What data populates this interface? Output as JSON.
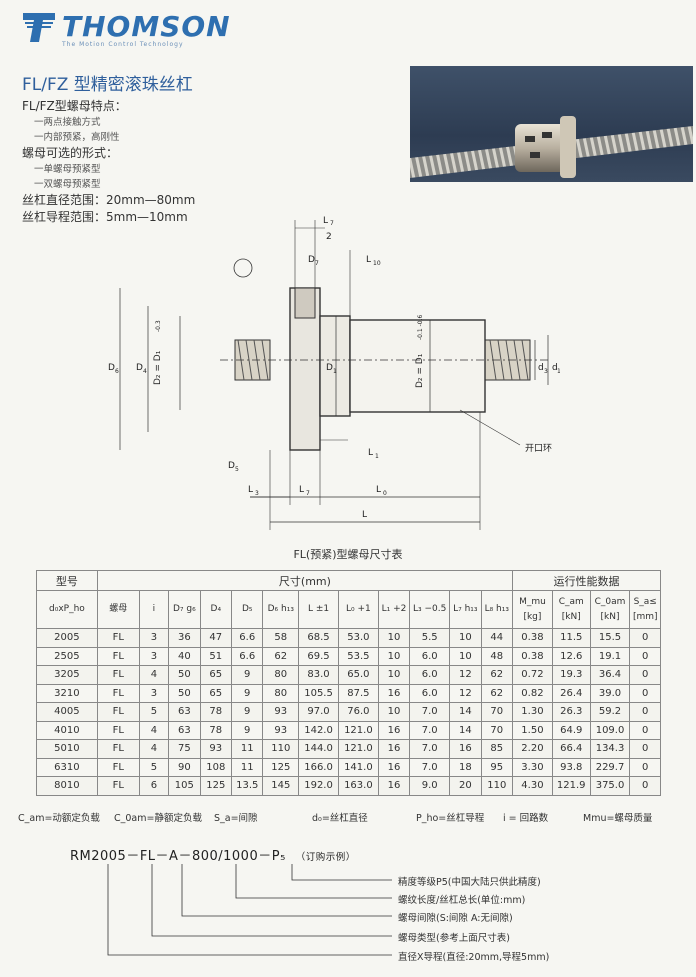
{
  "header": {
    "brand": "THOMSON",
    "tagline": "The Motion Control Technology",
    "title": "FL/FZ 型精密滚珠丝杠"
  },
  "features": {
    "heading1": "FL/FZ型螺母特点：",
    "items1": [
      "一两点接触方式",
      "一内部预紧，高刚性"
    ],
    "heading2": "螺母可选的形式：",
    "items2": [
      "一单螺母预紧型",
      "一双螺母预紧型"
    ],
    "range_diameter": "丝杠直径范围：20mm—80mm",
    "range_lead": "丝杠导程范围：5mm—10mm"
  },
  "drawing": {
    "labels": {
      "l7": "L",
      "l7sub": "7",
      "half": "2",
      "d7": "D",
      "d7sub": "7",
      "l10": "L",
      "l10sub": "10",
      "d6": "D",
      "d6sub": "6",
      "d4": "D",
      "d4sub": "4",
      "d2d1": "D₂ = D₁",
      "d2d1tol": "-0.3",
      "d1": "D",
      "d1sub": "1",
      "d2": "D₂ = D₁",
      "d2tol": "-0.1 -0.6",
      "d3": "d",
      "d3sub": "3",
      "d1b": "d",
      "d1bsub": "1",
      "d5": "D",
      "d5sub": "5",
      "l1": "L",
      "l1sub": "1",
      "l3": "L",
      "l3sub": "3",
      "l7b": "L",
      "l7bsub": "7",
      "l0": "L",
      "l0sub": "0",
      "L": "L",
      "open_ring": "开口环"
    },
    "caption": "FL(预紧)型螺母尺寸表"
  },
  "table": {
    "group_model": "型号",
    "group_dims": "尺寸(mm)",
    "group_perf": "运行性能数据",
    "columns": [
      "d₀xP_ho",
      "螺母",
      "i",
      "D₇ g₆",
      "D₄",
      "D₅",
      "D₆ h₁₃",
      "L ±1",
      "L₀ +1",
      "L₁ +2",
      "L₃ −0.5",
      "L₇ h₁₃",
      "L₈ h₁₃",
      "M_mu [kg]",
      "C_am [kN]",
      "C_0am [kN]",
      "S_a≤ [mm]"
    ],
    "rows": [
      [
        "2005",
        "FL",
        "3",
        "36",
        "47",
        "6.6",
        "58",
        "68.5",
        "53.0",
        "10",
        "5.5",
        "10",
        "44",
        "0.38",
        "11.5",
        "15.5",
        "0"
      ],
      [
        "2505",
        "FL",
        "3",
        "40",
        "51",
        "6.6",
        "62",
        "69.5",
        "53.5",
        "10",
        "6.0",
        "10",
        "48",
        "0.38",
        "12.6",
        "19.1",
        "0"
      ],
      [
        "3205",
        "FL",
        "4",
        "50",
        "65",
        "9",
        "80",
        "83.0",
        "65.0",
        "10",
        "6.0",
        "12",
        "62",
        "0.72",
        "19.3",
        "36.4",
        "0"
      ],
      [
        "3210",
        "FL",
        "3",
        "50",
        "65",
        "9",
        "80",
        "105.5",
        "87.5",
        "16",
        "6.0",
        "12",
        "62",
        "0.82",
        "26.4",
        "39.0",
        "0"
      ],
      [
        "4005",
        "FL",
        "5",
        "63",
        "78",
        "9",
        "93",
        "97.0",
        "76.0",
        "10",
        "7.0",
        "14",
        "70",
        "1.30",
        "26.3",
        "59.2",
        "0"
      ],
      [
        "4010",
        "FL",
        "4",
        "63",
        "78",
        "9",
        "93",
        "142.0",
        "121.0",
        "16",
        "7.0",
        "14",
        "70",
        "1.50",
        "64.9",
        "109.0",
        "0"
      ],
      [
        "5010",
        "FL",
        "4",
        "75",
        "93",
        "11",
        "110",
        "144.0",
        "121.0",
        "16",
        "7.0",
        "16",
        "85",
        "2.20",
        "66.4",
        "134.3",
        "0"
      ],
      [
        "6310",
        "FL",
        "5",
        "90",
        "108",
        "11",
        "125",
        "166.0",
        "141.0",
        "16",
        "7.0",
        "18",
        "95",
        "3.30",
        "93.8",
        "229.7",
        "0"
      ],
      [
        "8010",
        "FL",
        "6",
        "105",
        "125",
        "13.5",
        "145",
        "192.0",
        "163.0",
        "16",
        "9.0",
        "20",
        "110",
        "4.30",
        "121.9",
        "375.0",
        "0"
      ]
    ]
  },
  "legend": [
    "C_am=动额定负载",
    "C_0am=静额定负载",
    "S_a=间隙",
    "d₀=丝杠直径",
    "P_ho=丝杠导程",
    "i = 回路数",
    "Mmu=螺母质量"
  ],
  "order": {
    "code": "RM2005－FL－A－800/1000－P₅",
    "example": "（订购示例）",
    "notes": [
      "精度等级P5(中国大陆只供此精度)",
      "螺纹长度/丝杠总长(单位:mm)",
      "螺母间隙(S:间隙 A:无间隙)",
      "螺母类型(参考上面尺寸表)",
      "直径X导程(直径:20mm,导程5mm)"
    ]
  },
  "colors": {
    "brand": "#2e6fb0",
    "title": "#2f5f9c"
  }
}
